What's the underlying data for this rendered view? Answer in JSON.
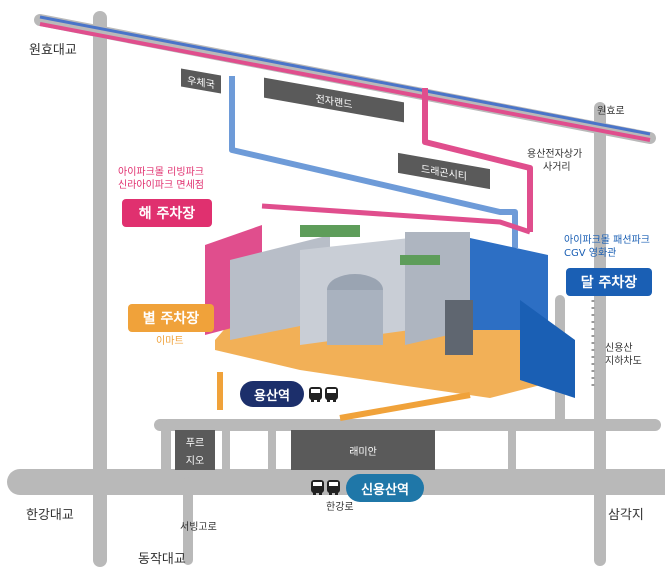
{
  "roads": {
    "wonhyo_bridge": "원효대교",
    "wonhyoro": "원효로",
    "post_office": "우체국",
    "electronics_crossing": [
      "용산전자상가",
      "사거리"
    ],
    "underpass": [
      "신용산",
      "지하차도"
    ],
    "hangang_bridge": "한강대교",
    "dongjak_bridge": "동작대교",
    "samgakji": "삼각지",
    "hangangro": "한강로",
    "seobinggoro": "서빙고로"
  },
  "buildings": {
    "electroland": "전자랜드",
    "dragon_city": "드래곤시티",
    "prugio": [
      "푸르",
      "지오"
    ],
    "raemian": "래미안"
  },
  "parking": {
    "sun": {
      "label": "해 주차장",
      "desc": [
        "아이파크몰 리빙파크",
        "신라아이파크 면세점"
      ],
      "color": "#e0306f"
    },
    "star": {
      "label": "별 주차장",
      "desc": [
        "이마트"
      ],
      "color": "#f0a23a"
    },
    "moon": {
      "label": "달 주차장",
      "desc": [
        "아이파크몰 패션파크",
        "CGV 영화관"
      ],
      "color": "#1a5fb4"
    }
  },
  "stations": {
    "yongsan": {
      "label": "용산역",
      "color": "#1c2f6b"
    },
    "sinyongsan": {
      "label": "신용산역",
      "color": "#1f77a8"
    }
  },
  "icons": [
    "bus-icon",
    "tram-icon"
  ]
}
